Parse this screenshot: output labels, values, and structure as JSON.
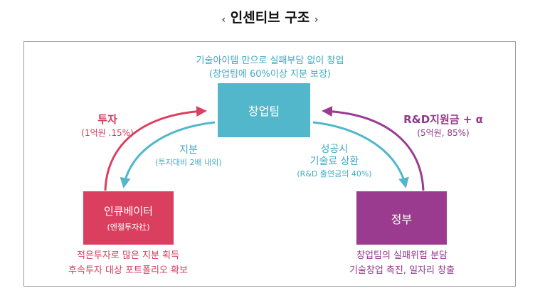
{
  "title": {
    "text": "인센티브  구조",
    "left_glyph": "‹",
    "right_glyph": "›"
  },
  "top_note": {
    "line1": "기술아이템 만으로 실패부담 없이 창업",
    "line2": "(창업팀에 60%이상 지분 보장)"
  },
  "nodes": {
    "team": {
      "label": "창업팀"
    },
    "incubator": {
      "label": "인큐베이터",
      "sub": "(엔젤투자社)"
    },
    "government": {
      "label": "정부"
    }
  },
  "edges": {
    "investment": {
      "title": "투자",
      "detail": "(1억원 .15%)"
    },
    "equity": {
      "title": "지분",
      "detail": "(투자대비 2배 내외)"
    },
    "grant": {
      "title": "R&D지원금 + α",
      "detail": "(5억원, 85%)"
    },
    "success": {
      "line1": "성공시",
      "line2": "기술료 상환",
      "detail": "(R&D 출연금의 40%)"
    }
  },
  "bottom_notes": {
    "incubator": {
      "line1": "적은투자로 많은 지분 획득",
      "line2": "후속투자 대상 포트폴리오 확보"
    },
    "government": {
      "line1": "창업팀의 실패위험 분담",
      "line2": "기술창업 촉진, 일자리 창출"
    }
  },
  "colors": {
    "cyan": "#53b7cc",
    "red": "#db3f5f",
    "purple": "#9a3b8f",
    "cyan_text": "#3fa9c3"
  }
}
